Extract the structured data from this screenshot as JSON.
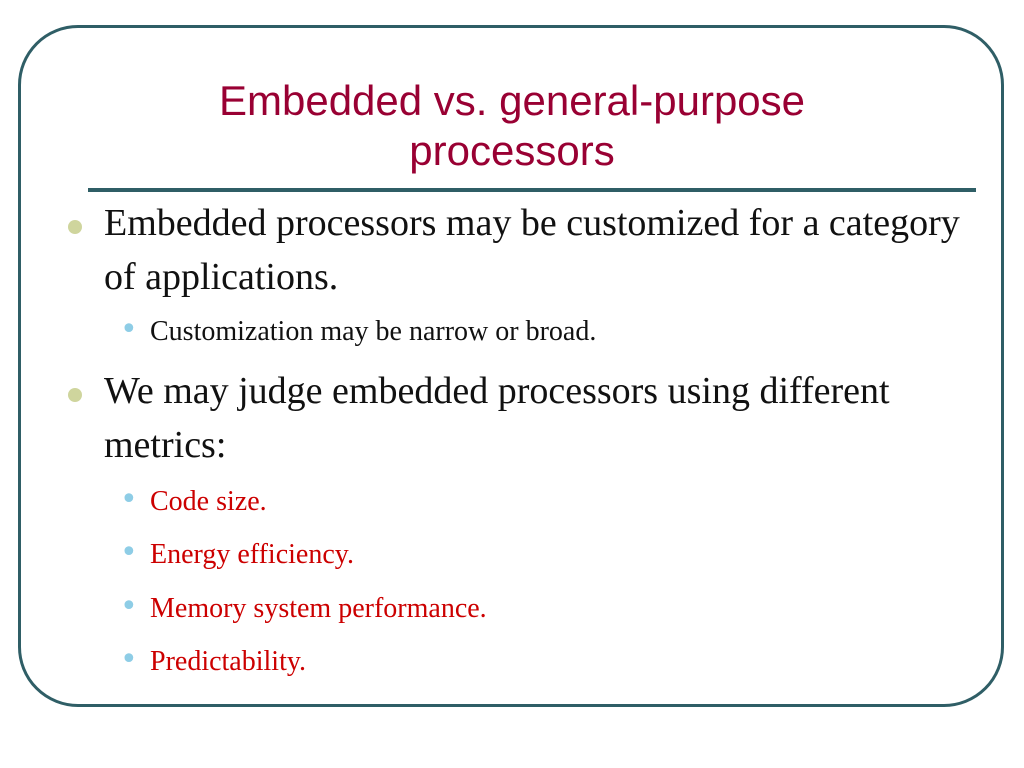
{
  "slide": {
    "title": "Embedded vs. general-purpose\nprocessors",
    "bullets": [
      {
        "text": "Embedded processors may be customized for a category of applications.",
        "sub": [
          {
            "text": "Customization may be narrow or broad."
          }
        ]
      },
      {
        "text": "We may judge embedded processors using different metrics:",
        "sub": [
          {
            "text": "Code size."
          },
          {
            "text": "Energy efficiency."
          },
          {
            "text": "Memory system performance."
          },
          {
            "text": "Predictability."
          }
        ]
      }
    ]
  },
  "colors": {
    "title": "#990033",
    "frame": "#2f5e66",
    "body_text": "#111111",
    "metric_text": "#cc0000",
    "level1_bullet": "#cfd59d",
    "level2_bullet": "#8ecde6"
  },
  "icons": {
    "level1_bullet": "filled-circle",
    "level2_bullet": "bullet-dot"
  }
}
